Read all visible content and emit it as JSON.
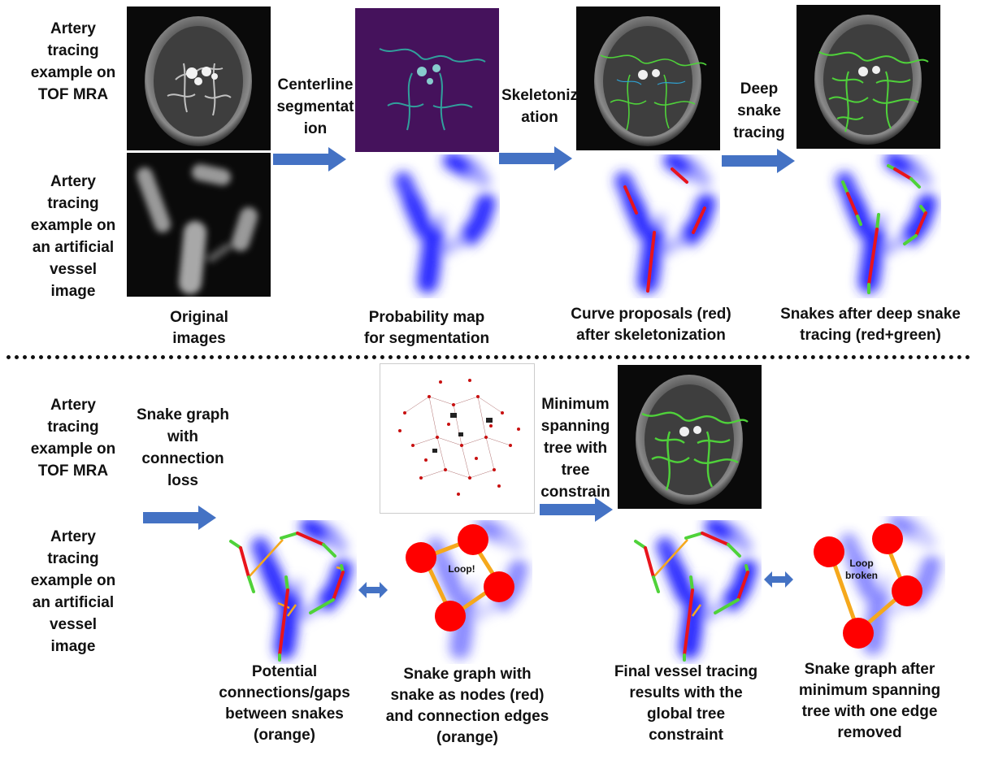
{
  "top": {
    "row_labels": {
      "tof": "Artery\ntracing\nexample on\nTOF MRA",
      "artificial": "Artery\ntracing\nexample on\nan artificial\nvessel\nimage"
    },
    "steps": {
      "centerline": "Centerline\nsegmentat\nion",
      "skeleton": "Skeletoniz\nation",
      "deep_snake": "Deep\nsnake\ntracing"
    },
    "captions": {
      "original": "Original\nimages",
      "probability": "Probability map\nfor segmentation",
      "curve": "Curve proposals (red)\nafter skeletonization",
      "snakes": "Snakes after deep snake\ntracing (red+green)"
    }
  },
  "bottom": {
    "row_labels": {
      "tof": "Artery\ntracing\nexample on\nTOF MRA",
      "artificial": "Artery\ntracing\nexample on\nan artificial\nvessel\nimage"
    },
    "steps": {
      "snake_graph": "Snake graph\nwith\nconnection\nloss",
      "mst": "Minimum\nspanning\ntree with\ntree\nconstrain"
    },
    "annotations": {
      "loop": "Loop!",
      "loop_broken": "Loop\nbroken"
    },
    "captions": {
      "potential": "Potential\nconnections/gaps\nbetween snakes\n(orange)",
      "snake_graph": "Snake graph with\nsnake as nodes (red)\nand connection edges\n(orange)",
      "final": "Final vessel tracing\nresults with the\nglobal tree\nconstraint",
      "after_mst": "Snake graph after\nminimum spanning\ntree with one edge\nremoved"
    }
  },
  "colors": {
    "arrow": "#4472c4",
    "vessel_blue": "#2b2bff",
    "snake_red": "#e8141c",
    "snake_green": "#4fd23a",
    "edge_orange": "#f5a81c",
    "node_red": "#ff0000",
    "prob_bg": "#45125c",
    "prob_vessel": "#2fb0a4"
  }
}
